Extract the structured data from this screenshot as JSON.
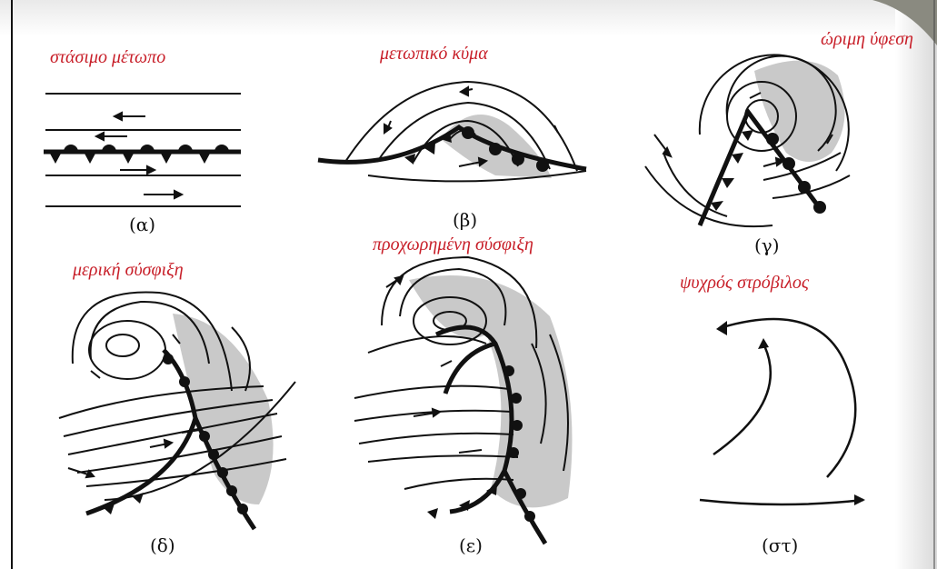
{
  "panels": [
    {
      "title": "στάσιμο μέτωπο",
      "caption": "(α)"
    },
    {
      "title": "μετωπικό κύμα",
      "caption": "(β)"
    },
    {
      "title": "ώριμη ύφεση",
      "caption": "(γ)"
    },
    {
      "title": "μερική σύσφιξη",
      "caption": "(δ)"
    },
    {
      "title": "προχωρημένη σύσφιξη",
      "caption": "(ε)"
    },
    {
      "title": "ψυχρός στρόβιλος",
      "caption": "(στ)"
    }
  ],
  "colors": {
    "title": "#c8202a",
    "shading": "#c9c9c9",
    "ink": "#111111"
  }
}
